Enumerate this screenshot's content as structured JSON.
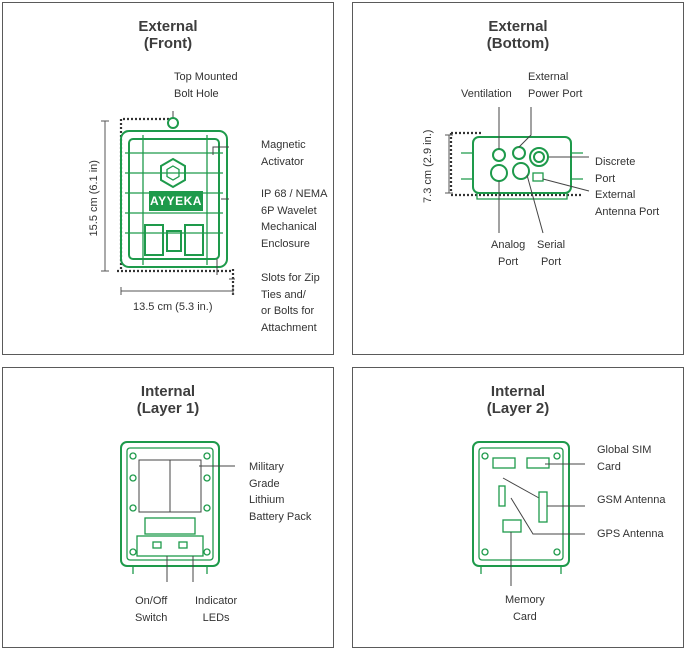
{
  "panels": {
    "front": {
      "title": "External\n(Front)",
      "brand": "AYYEKA",
      "labels": {
        "bolt_hole": "Top Mounted\nBolt Hole",
        "magnetic": "Magnetic\nActivator",
        "enclosure": "IP 68 / NEMA\n6P Wavelet\nMechanical\nEnclosure",
        "slots": "Slots for Zip\nTies and/\nor Bolts for\nAttachment",
        "height": "15.5 cm (6.1 in)",
        "width": "13.5 cm (5.3 in.)"
      }
    },
    "bottom": {
      "title": "External\n(Bottom)",
      "labels": {
        "ventilation": "Ventilation",
        "power_port": "External\nPower Port",
        "discrete_port": "Discrete\nPort",
        "antenna_port": "External\nAntenna Port",
        "analog_port": "Analog\nPort",
        "serial_port": "Serial\nPort",
        "height": "7.3 cm (2.9 in.)"
      }
    },
    "layer1": {
      "title": "Internal\n(Layer 1)",
      "labels": {
        "battery": "Military\nGrade\nLithium\nBattery Pack",
        "switch": "On/Off\nSwitch",
        "leds": "Indicator\nLEDs"
      }
    },
    "layer2": {
      "title": "Internal\n(Layer 2)",
      "labels": {
        "sim": "Global SIM\nCard",
        "gsm": "GSM Antenna",
        "gps": "GPS Antenna",
        "memory": "Memory\nCard"
      }
    }
  }
}
